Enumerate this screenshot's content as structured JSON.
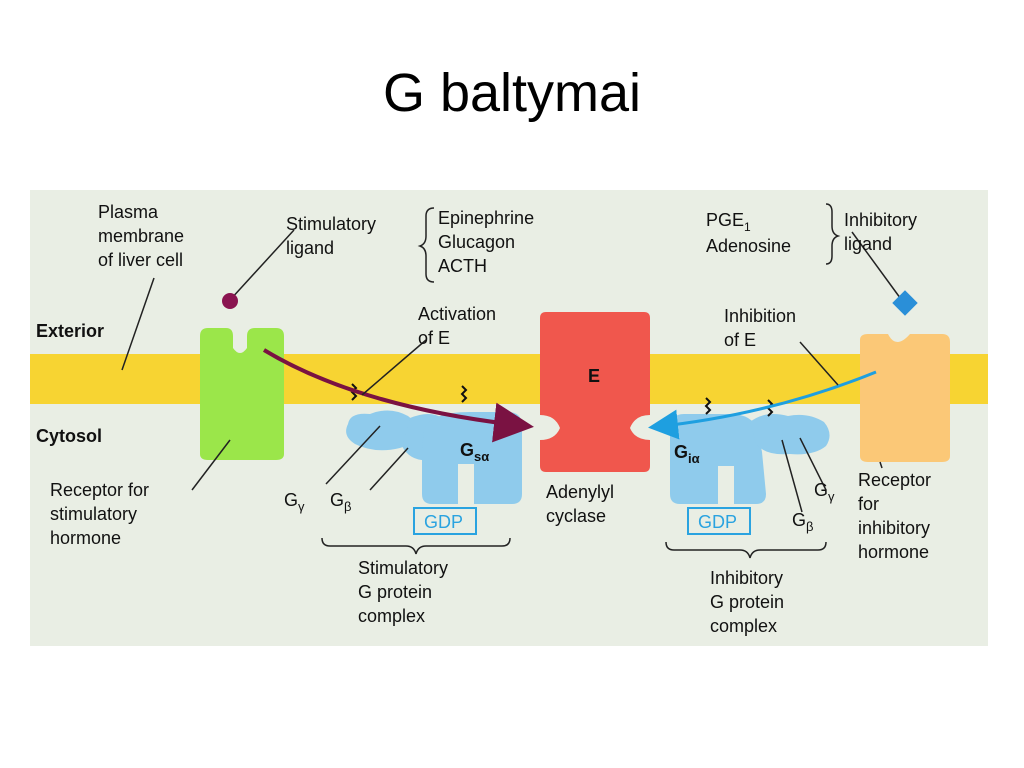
{
  "slide": {
    "title": "G baltymai"
  },
  "diagram": {
    "labels": {
      "plasma_membrane": [
        "Plasma",
        "membrane",
        "of liver cell"
      ],
      "exterior": "Exterior",
      "cytosol": "Cytosol",
      "stimulatory_ligand": [
        "Stimulatory",
        "ligand"
      ],
      "stim_ligand_list": [
        "Epinephrine",
        "Glucagon",
        "ACTH"
      ],
      "inhibitory_list": [
        "PGE",
        "Adenosine"
      ],
      "pge_subscript": "1",
      "inhibitory_ligand": [
        "Inhibitory",
        "ligand"
      ],
      "activation": [
        "Activation",
        "of E"
      ],
      "inhibition": [
        "Inhibition",
        "of E"
      ],
      "enzyme": "E",
      "adenylyl_cyclase": [
        "Adenylyl",
        "cyclase"
      ],
      "receptor_stim": [
        "Receptor for",
        "stimulatory",
        "hormone"
      ],
      "receptor_inhib": [
        "Receptor",
        "for",
        "inhibitory",
        "hormone"
      ],
      "g_base": "G",
      "gamma": "γ",
      "beta": "β",
      "s_alpha": "sα",
      "i_alpha": "iα",
      "gdp": "GDP",
      "stim_complex": [
        "Stimulatory",
        "G protein",
        "complex"
      ],
      "inhib_complex": [
        "Inhibitory",
        "G protein",
        "complex"
      ]
    },
    "colors": {
      "membrane": "#f7d432",
      "receptor_stim": "#9be64a",
      "receptor_inhib": "#fbc877",
      "enzyme": "#f0574d",
      "g_protein": "#8fcbec",
      "ligand_stim": "#8a1450",
      "ligand_inhib": "#2a8fd8",
      "arrow_stim": "#7a1242",
      "arrow_inhib": "#1e9fe0"
    }
  }
}
